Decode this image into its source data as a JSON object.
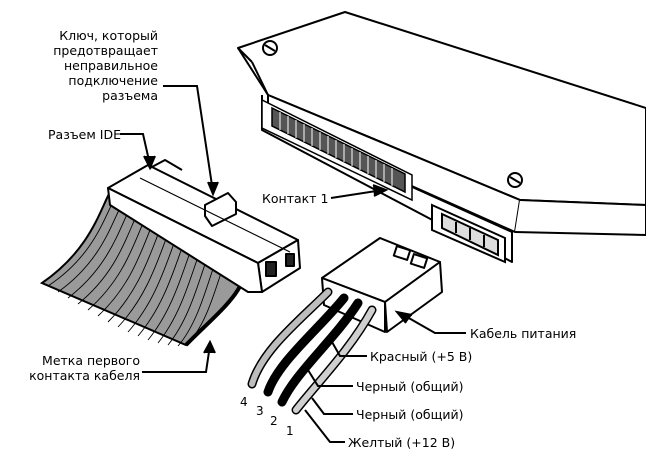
{
  "labels": {
    "key_line1": "Ключ, который",
    "key_line2": "предотвращает",
    "key_line3": "неправильное",
    "key_line4": "подключение",
    "key_line5": "разъема",
    "ide_connector": "Разъем IDE",
    "pin1": "Контакт 1",
    "power_cable": "Кабель питания",
    "stripe_line1": "Метка первого",
    "stripe_line2": "контакта кабеля",
    "red_wire": "Красный (+5 В)",
    "black_wire_1": "Черный (общий)",
    "black_wire_2": "Черный (общий)",
    "yellow_wire": "Желтый (+12 В)"
  },
  "wire_numbers": [
    "4",
    "3",
    "2",
    "1"
  ],
  "colors": {
    "ink": "#000000",
    "paper": "#ffffff",
    "light_gray": "#bdbdbd",
    "mid_gray": "#8a8a8a"
  }
}
